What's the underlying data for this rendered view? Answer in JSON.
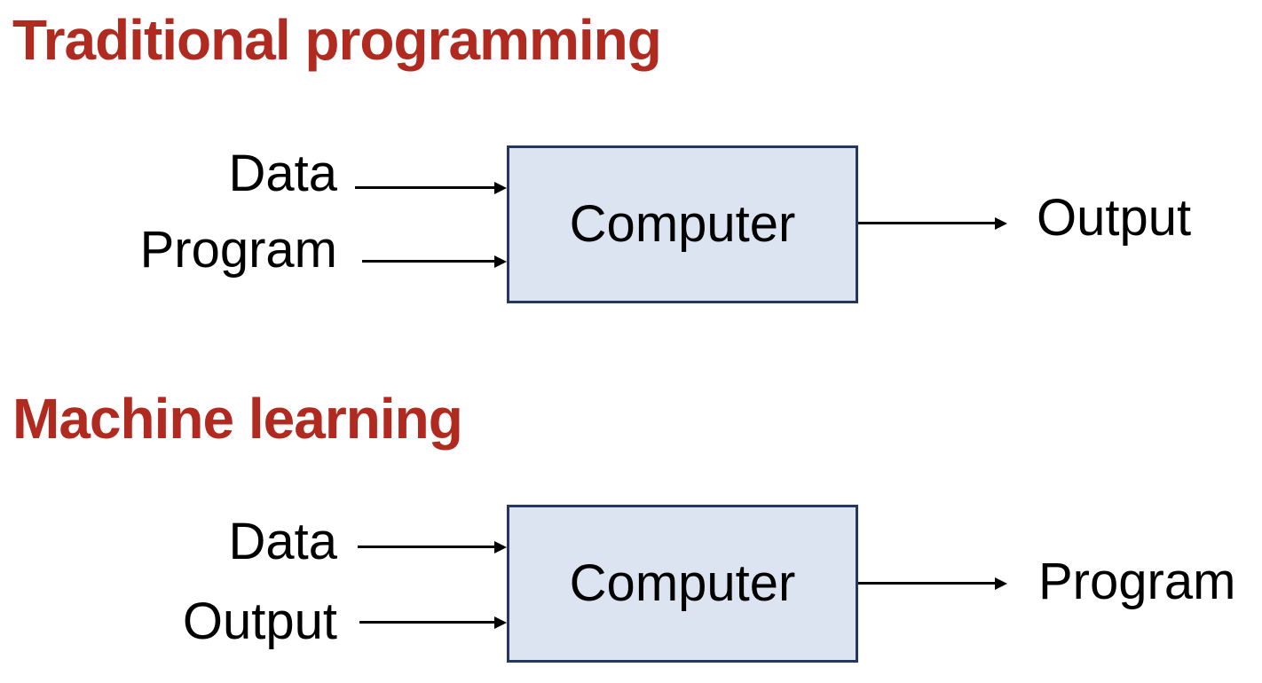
{
  "colors": {
    "heading_color": "#B02A20",
    "box_fill": "#DCE3F1",
    "box_border": "#24375F",
    "arrow_color": "#000000",
    "label_color": "#000000",
    "page_bg": "#FFFFFF"
  },
  "sections": [
    {
      "title": "Traditional programming",
      "inputs": [
        "Data",
        "Program"
      ],
      "box_label": "Computer",
      "output_label": "Output"
    },
    {
      "title": "Machine learning",
      "inputs": [
        "Data",
        "Output"
      ],
      "box_label": "Computer",
      "output_label": "Program"
    }
  ]
}
